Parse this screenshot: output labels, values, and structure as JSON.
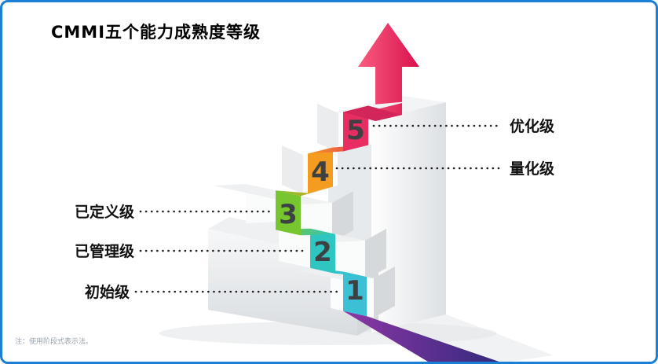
{
  "slide": {
    "title": "CMMI五个能力成熟度等级",
    "footnote": "注：使用阶段式表示法。"
  },
  "levels": [
    {
      "num": "1",
      "label": "初始级",
      "color": "#3bc0d6"
    },
    {
      "num": "2",
      "label": "已管理级",
      "color": "#2fc5c0"
    },
    {
      "num": "3",
      "label": "已定义级",
      "color": "#77c52f"
    },
    {
      "num": "4",
      "label": "量化级",
      "color": "#f49c1f"
    },
    {
      "num": "5",
      "label": "优化级",
      "color": "#e82d62"
    }
  ],
  "theme": {
    "border_color": "#1c7fd6",
    "arrow_gradient": [
      "#fa5c80",
      "#d8124e"
    ],
    "ribbon_tail_gradient": [
      "#8d37a6",
      "#2c2878"
    ],
    "number_color": "#3e4144",
    "leader_line_color": "#222222"
  }
}
